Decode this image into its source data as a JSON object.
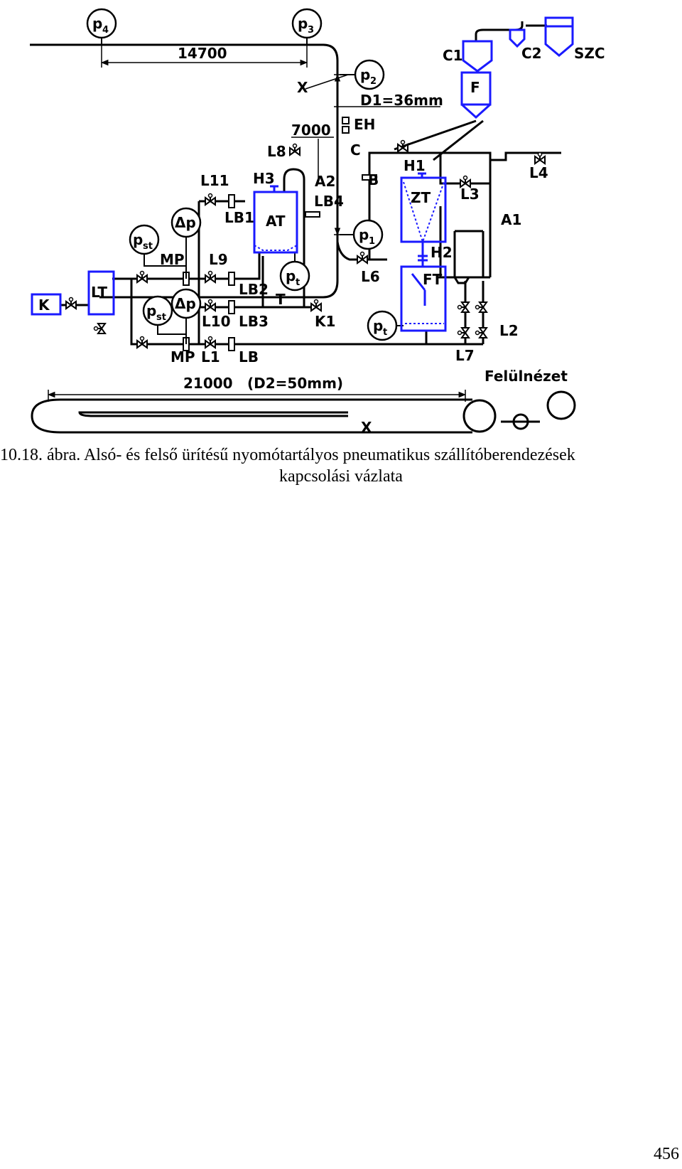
{
  "caption": {
    "line1": "10.18. ábra. Alsó- és felső ürítésű nyomótartályos pneumatikus szállítóberendezések",
    "line2": "kapcsolási vázlata"
  },
  "page_number": "456",
  "diagram": {
    "dimensions": {
      "d14700": "14700",
      "d7000": "7000",
      "d21000": "21000",
      "d2": "(D2=50mm)",
      "d1": "D1=36mm"
    },
    "gauges": {
      "p4": "p",
      "p4_sub": "4",
      "p3": "p",
      "p3_sub": "3",
      "p2": "p",
      "p2_sub": "2",
      "p1": "p",
      "p1_sub": "1",
      "pt_at": "p",
      "pt_at_sub": "t",
      "pt_ft": "p",
      "pt_ft_sub": "t",
      "pst_top": "p",
      "pst_top_sub": "st",
      "pst_bot": "p",
      "pst_bot_sub": "st",
      "dp_top": "Δp",
      "dp_bot": "Δp"
    },
    "equipment": {
      "k": "K",
      "lt": "LT",
      "at": "AT",
      "zt": "ZT",
      "ft": "FT",
      "f": "F",
      "c1": "C1",
      "c2": "C2",
      "szc": "SZC",
      "eh": "EH"
    },
    "labels": {
      "l1": "L1",
      "l2": "L2",
      "l3": "L3",
      "l4": "L4",
      "l6": "L6",
      "l7": "L7",
      "l8": "L8",
      "l9": "L9",
      "l10": "L10",
      "l11": "L11",
      "lb": "LB",
      "lb1": "LB1",
      "lb2": "LB2",
      "lb3": "LB3",
      "lb4": "LB4",
      "mp_top": "MP",
      "mp_bot": "MP",
      "h1": "H1",
      "h2": "H2",
      "h3": "H3",
      "a1": "A1",
      "a2": "A2",
      "b": "B",
      "c": "C",
      "t": "T",
      "k1": "K1",
      "x_top": "X",
      "x_bot": "X",
      "top_view": "Felülnézet"
    }
  },
  "colors": {
    "line": "#000000",
    "vessel": "#1a1aff",
    "background": "#ffffff"
  }
}
